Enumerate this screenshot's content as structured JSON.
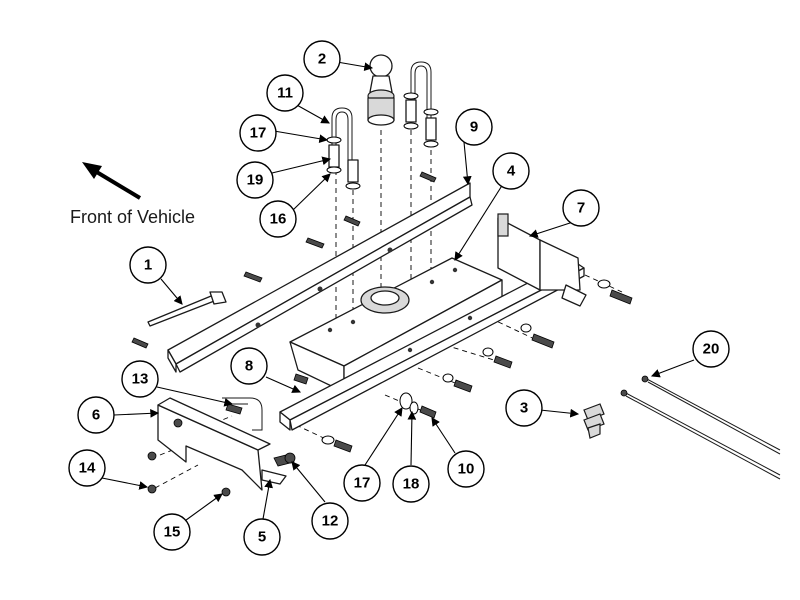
{
  "caption": "Front of Vehicle",
  "callouts": [
    "1",
    "2",
    "3",
    "4",
    "5",
    "6",
    "7",
    "8",
    "9",
    "10",
    "11",
    "12",
    "13",
    "14",
    "15",
    "16",
    "17",
    "17",
    "18",
    "19",
    "20"
  ],
  "colors": {
    "line": "#1a1a1a",
    "background": "#ffffff",
    "shade": "#d9d9d9"
  }
}
